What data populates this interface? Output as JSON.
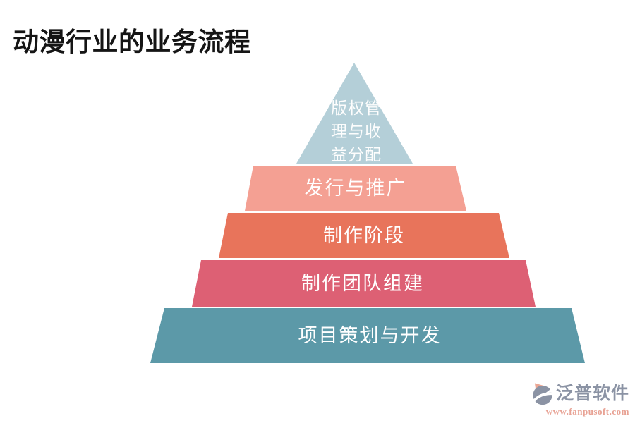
{
  "title": "动漫行业的业务流程",
  "pyramid": {
    "levels": [
      {
        "label": "版权管理与收益分配",
        "lines": [
          "版权管",
          "理与收",
          "益分配"
        ],
        "color": "#b4cfd8"
      },
      {
        "label": "发行与推广",
        "color": "#f4a093"
      },
      {
        "label": "制作阶段",
        "color": "#e8745b"
      },
      {
        "label": "制作团队组建",
        "color": "#dd6074"
      },
      {
        "label": "项目策划与开发",
        "color": "#5c99a8"
      }
    ]
  },
  "watermark": {
    "brand": "泛普软件",
    "url": "www.fanpusoft.com",
    "brand_color": "#8b93a4",
    "url_color": "#e8a294",
    "accent_color": "#eba693"
  }
}
